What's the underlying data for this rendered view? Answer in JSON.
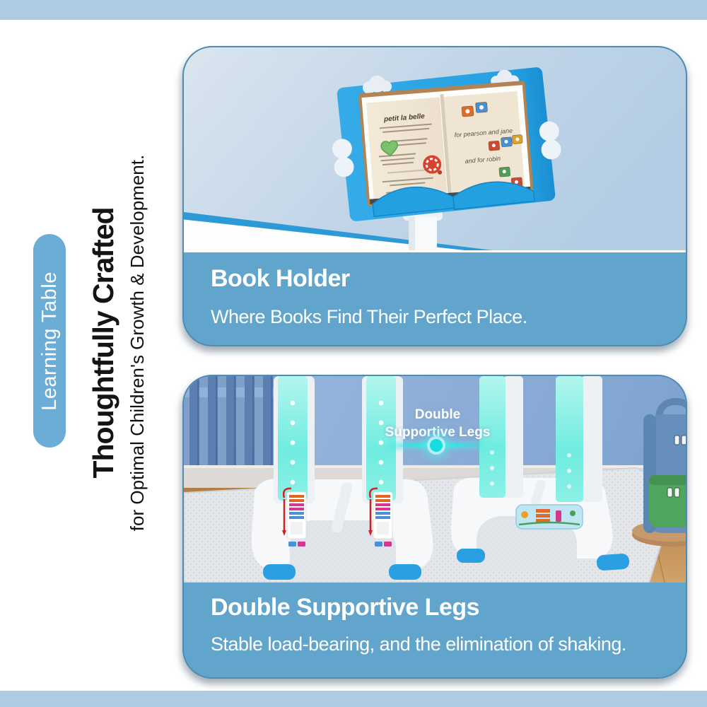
{
  "sidebar": {
    "badge": "Learning Table",
    "title": "Thoughtfully Crafted",
    "subtitle": "for Optimal Children's Growth & Development."
  },
  "cards": [
    {
      "title": "Book Holder",
      "description": "Where Books Find Their Perfect Place."
    },
    {
      "title": "Double Supportive Legs",
      "description": "Stable load-bearing, and the elimination of shaking."
    }
  ],
  "photo1": {
    "book_title": "petit la belle",
    "dedication_1": "for pearson and jane",
    "dedication_2": "and for robin"
  },
  "photo2": {
    "callout_line1": "Double",
    "callout_line2": "Supportive Legs"
  },
  "colors": {
    "edge_bar_blue": "#adcbe3",
    "band_blue": "#61a4cc",
    "card_border_blue": "#4e8cb2",
    "pill_blue": "#6badd7",
    "book_holder_blue": "#29a4e4",
    "leg_glow_cyan": "#5ce8da",
    "foot_cap_blue": "#2a9fe2",
    "wall_blue": "#8badd6",
    "backpack_blue": "#6690bb",
    "pocket_green": "#4ea55e",
    "callout_cyan": "#14dfe0"
  }
}
